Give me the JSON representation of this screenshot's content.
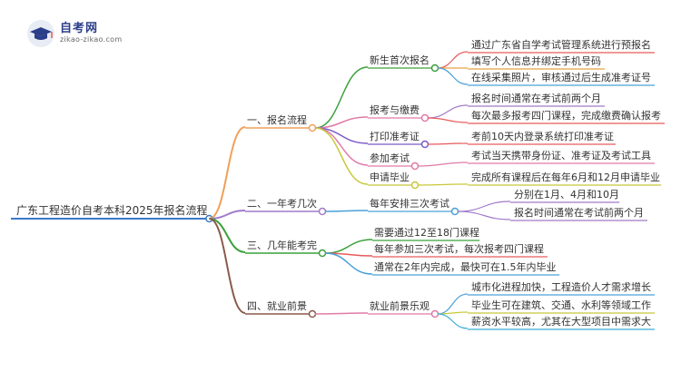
{
  "logo": {
    "title": "自考网",
    "url": "zikao-zikao.com"
  },
  "root": "广东工程造价自考本科2025年报名流程",
  "branches": [
    {
      "label": "一、报名流程",
      "color": "#f0a05a",
      "children": [
        {
          "label": "新生首次报名",
          "color": "#3aa03a",
          "leaves": [
            "通过广东省自学考试管理系统进行预报名",
            "填写个人信息并绑定手机号码",
            "在线采集照片，审核通过后生成准考证号"
          ],
          "leaf_colors": [
            "#e85a5a",
            "#e8a040",
            "#4aa0d8"
          ]
        },
        {
          "label": "报考与缴费",
          "color": "#e07aa8",
          "leaves": [
            "报名时间通常在考试前两个月",
            "每次最多报考四门课程，完成缴费确认报考"
          ],
          "leaf_colors": [
            "#a07ac8",
            "#e85a5a"
          ]
        },
        {
          "label": "打印准考证",
          "color": "#7a5ac8",
          "leaves": [
            "考前10天内登录系统打印准考证"
          ],
          "leaf_colors": [
            "#e85a5a"
          ]
        },
        {
          "label": "参加考试",
          "color": "#e07aa8",
          "leaves": [
            "考试当天携带身份证、准考证及考试工具"
          ],
          "leaf_colors": [
            "#e07aa8"
          ]
        },
        {
          "label": "申请毕业",
          "color": "#c8c83a",
          "leaves": [
            "完成所有课程后在每年6月和12月申请毕业"
          ],
          "leaf_colors": [
            "#c8c83a"
          ]
        }
      ]
    },
    {
      "label": "二、一年考几次",
      "color": "#a07ac8",
      "children": [
        {
          "label": "每年安排三次考试",
          "color": "#4aa0d8",
          "leaves": [
            "分别在1月、4月和10月",
            "报名时间通常在考试前两个月"
          ],
          "leaf_colors": [
            "#a07ac8",
            "#a07ac8"
          ]
        }
      ]
    },
    {
      "label": "三、几年能考完",
      "color": "#3aa03a",
      "children": [
        {
          "label": "需要通过12至18门课程",
          "color": "#3aa03a",
          "leaves": [],
          "leaf_colors": []
        },
        {
          "label": "每年参加三次考试，每次报考四门课程",
          "color": "#e85a5a",
          "leaves": [],
          "leaf_colors": []
        },
        {
          "label": "通常在2年内完成，最快可在1.5年内毕业",
          "color": "#4aa0d8",
          "leaves": [],
          "leaf_colors": []
        }
      ]
    },
    {
      "label": "四、就业前景",
      "color": "#8a5a4a",
      "children": [
        {
          "label": "就业前景乐观",
          "color": "#e07aa8",
          "leaves": [
            "城市化进程加快，工程造价人才需求增长",
            "毕业生可在建筑、交通、水利等领域工作",
            "薪资水平较高，尤其在大型项目中需求大"
          ],
          "leaf_colors": [
            "#4aa0d8",
            "#c8c83a",
            "#3aaed8"
          ]
        }
      ]
    }
  ]
}
